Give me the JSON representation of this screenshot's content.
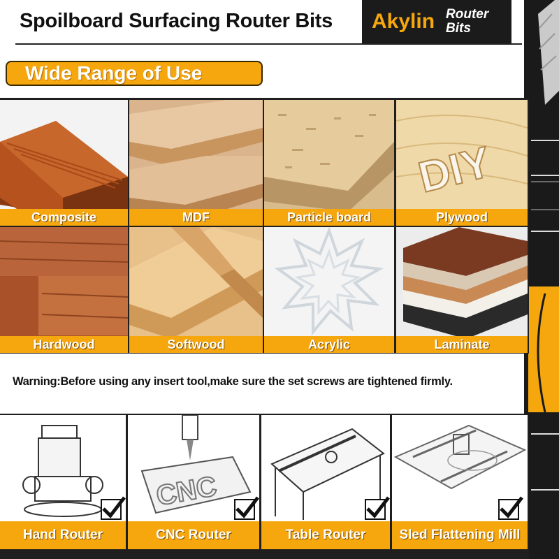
{
  "header": {
    "title": "Spoilboard Surfacing Router Bits",
    "brand_name": "Akylin",
    "brand_sub": "Router Bits"
  },
  "section": {
    "title": "Wide Range of Use"
  },
  "materials": [
    {
      "label": "Composite"
    },
    {
      "label": "MDF"
    },
    {
      "label": "Particle board"
    },
    {
      "label": "Plywood",
      "art_text": "DIY"
    },
    {
      "label": "Hardwood"
    },
    {
      "label": "Softwood"
    },
    {
      "label": "Acrylic"
    },
    {
      "label": "Laminate"
    }
  ],
  "warning": "Warning:Before using any insert tool,make sure the set screws are tightened firmly.",
  "tools": [
    {
      "label": "Hand Router",
      "checked": true
    },
    {
      "label": "CNC Router",
      "checked": true,
      "art_text": "CNC"
    },
    {
      "label": "Table Router",
      "checked": true
    },
    {
      "label": "Sled Flattening Mill",
      "checked": true
    }
  ],
  "colors": {
    "accent": "#f5a70d",
    "dark": "#1b1b1b"
  }
}
